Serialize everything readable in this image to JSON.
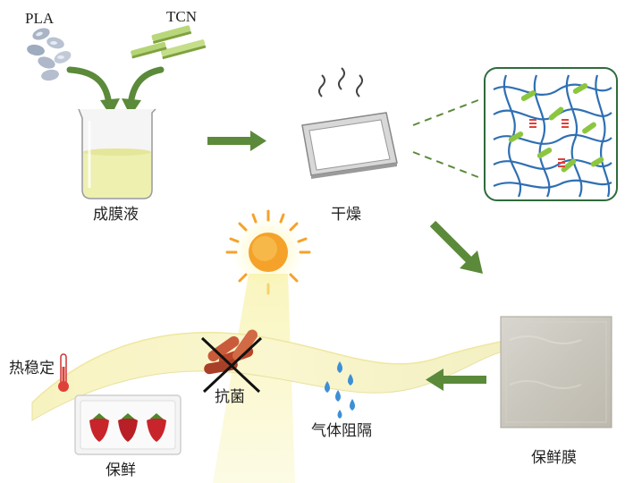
{
  "labels": {
    "pla": "PLA",
    "tcn": "TCN",
    "film_solution": "成膜液",
    "drying": "干燥",
    "preservative_film": "保鲜膜",
    "thermal_stability": "热稳定",
    "antibacterial": "抗菌",
    "gas_barrier": "气体阻隔",
    "preservation": "保鲜"
  },
  "colors": {
    "arrow_green": "#5b8a3a",
    "network_blue": "#2f6fb3",
    "tcn_green": "#8cc63f",
    "bond_red": "#e0403a",
    "solution_yellow": "#eef0b0",
    "film_yellow": "#f7f0a8",
    "sun_orange": "#f4a22a"
  }
}
